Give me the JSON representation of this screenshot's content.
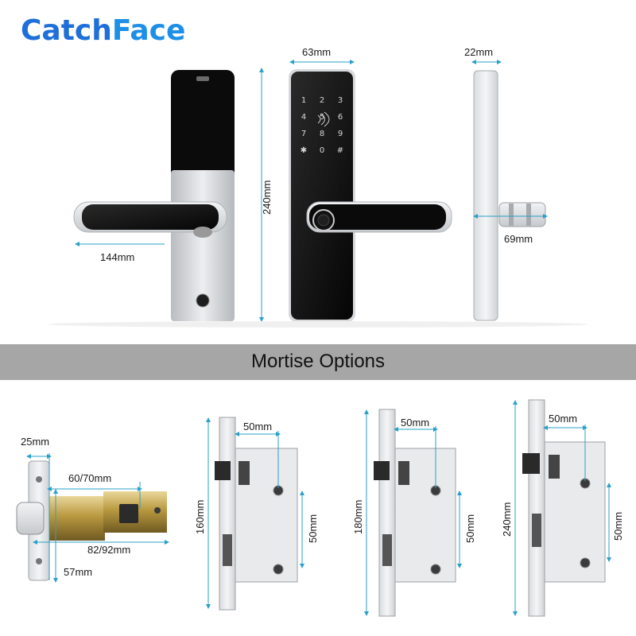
{
  "brand": {
    "name_part1": "Catch",
    "name_part2": "Face",
    "color_part1": "#1e6fd9",
    "color_part2": "#1d8fe6"
  },
  "banner": {
    "title": "Mortise Options",
    "background": "#a6a6a6"
  },
  "lock_dimensions": {
    "front_width": "63mm",
    "height": "240mm",
    "handle_length": "144mm",
    "side_depth": "22mm",
    "handle_protrusion": "69mm"
  },
  "keypad": {
    "keys": [
      "1",
      "2",
      "3",
      "4",
      "5",
      "6",
      "7",
      "8",
      "9",
      "✱",
      "0",
      "#"
    ]
  },
  "mortise_options": {
    "latch": {
      "backset_top": "25mm",
      "length_range": "60/70mm",
      "total_range": "82/92mm",
      "bottom": "57mm"
    },
    "mortise_160": {
      "height": "160mm",
      "width": "50mm",
      "spacing": "50mm"
    },
    "mortise_180": {
      "height": "180mm",
      "width": "50mm",
      "spacing": "50mm"
    },
    "mortise_240": {
      "height": "240mm",
      "width": "50mm",
      "spacing": "50mm"
    }
  },
  "colors": {
    "dimension_line": "#2aa0c9",
    "lock_black": "#0d0d0d",
    "lock_silver": "#d4d6d9"
  }
}
